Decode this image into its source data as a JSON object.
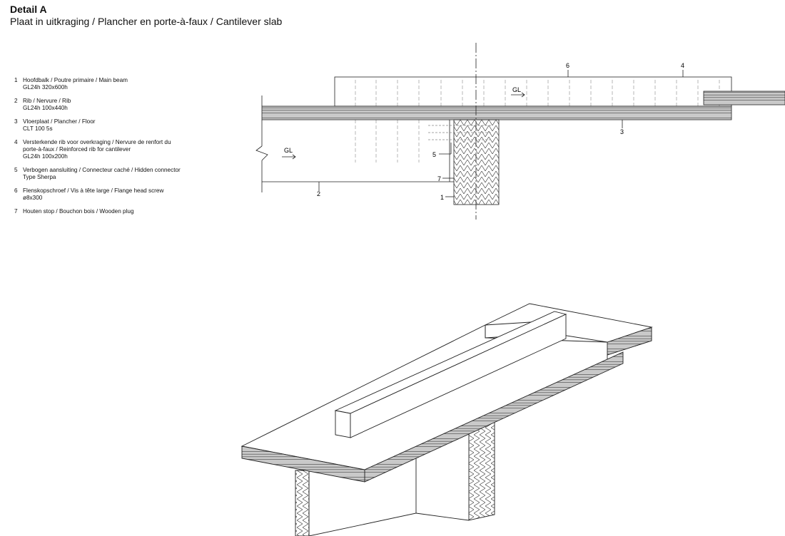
{
  "header": {
    "title": "Detail A",
    "subtitle": "Plaat in uitkraging / Plancher en porte-à-faux / Cantilever slab"
  },
  "legend": [
    {
      "num": "1",
      "lines": [
        "Hoofdbalk / Poutre primaire / Main beam",
        "GL24h 320x600h"
      ]
    },
    {
      "num": "2",
      "lines": [
        "Rib / Nervure / Rib",
        "GL24h 100x440h"
      ]
    },
    {
      "num": "3",
      "lines": [
        "Vloerplaat / Plancher / Floor",
        "CLT 100 5s"
      ]
    },
    {
      "num": "4",
      "lines": [
        "Versterkende rib voor overkraging / Nervure de renfort du",
        "porte-à-faux / Reinforced rib for cantilever",
        "GL24h 100x200h"
      ]
    },
    {
      "num": "5",
      "lines": [
        "Verbogen aansluiting / Connecteur caché / Hidden connector",
        "Type Sherpa"
      ]
    },
    {
      "num": "6",
      "lines": [
        "Flenskopschroef / Vis à tête large / Flange head screw",
        "ø8x300"
      ]
    },
    {
      "num": "7",
      "lines": [
        "Houten stop / Bouchon bois / Wooden plug"
      ]
    }
  ],
  "section": {
    "gl_label": "GL",
    "callouts": {
      "c1": "1",
      "c2": "2",
      "c3": "3",
      "c4": "4",
      "c5": "5",
      "c6": "6",
      "c7": "7"
    }
  }
}
